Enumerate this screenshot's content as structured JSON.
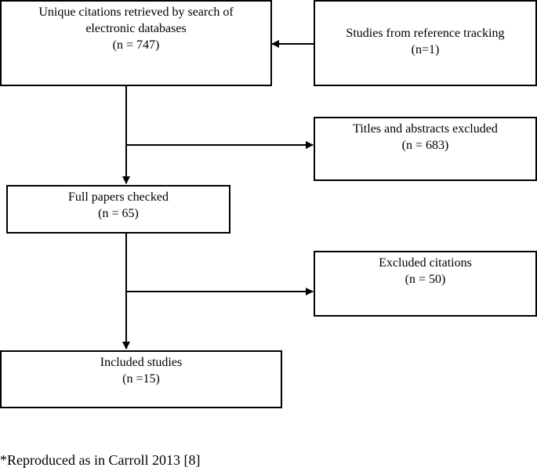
{
  "boxes": {
    "search": {
      "lines": [
        "Unique citations retrieved by search of",
        "electronic databases",
        "(n = 747)"
      ]
    },
    "reference": {
      "lines": [
        "Studies from reference tracking",
        "(n=1)"
      ]
    },
    "titles_excluded": {
      "lines": [
        "Titles and abstracts excluded",
        "(n = 683)"
      ]
    },
    "full_papers": {
      "lines": [
        "Full papers checked",
        "(n = 65)"
      ]
    },
    "excluded_citations": {
      "lines": [
        "Excluded citations",
        "(n = 50)"
      ]
    },
    "included": {
      "lines": [
        "Included studies",
        "(n =15)"
      ]
    }
  },
  "footnote": "*Reproduced as in Carroll 2013 [8]"
}
